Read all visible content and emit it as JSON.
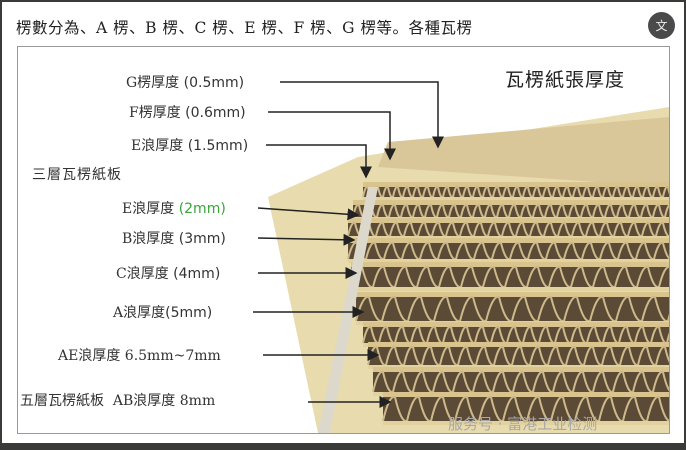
{
  "caption": "楞數分為、A 楞、B 楞、C 楞、E 楞、F 楞、G 楞等。各種瓦楞",
  "translate_icon": "文",
  "figure": {
    "title": "瓦楞紙張厚度",
    "section_three_layer": "三層瓦楞紙板",
    "labels": [
      {
        "name": "G楞厚度",
        "value": "(0.5mm)"
      },
      {
        "name": "F楞厚度",
        "value": "(0.6mm)"
      },
      {
        "name": "E浪厚度",
        "value": "(1.5mm)"
      },
      {
        "name": "E浪厚度",
        "value": "(2mm)",
        "color": "#3aa43a"
      },
      {
        "name": "B浪厚度",
        "value": "(3mm)"
      },
      {
        "name": "C浪厚度",
        "value": "(4mm)"
      },
      {
        "name": "A浪厚度",
        "value": "(5mm)"
      },
      {
        "name": "AE浪厚度",
        "value": "6.5mm~7mm"
      },
      {
        "name": "AB浪厚度",
        "value": "8mm"
      }
    ],
    "section_five_layer": "五層瓦楞紙板",
    "watermark": "服务号 · 富港工业检测"
  }
}
